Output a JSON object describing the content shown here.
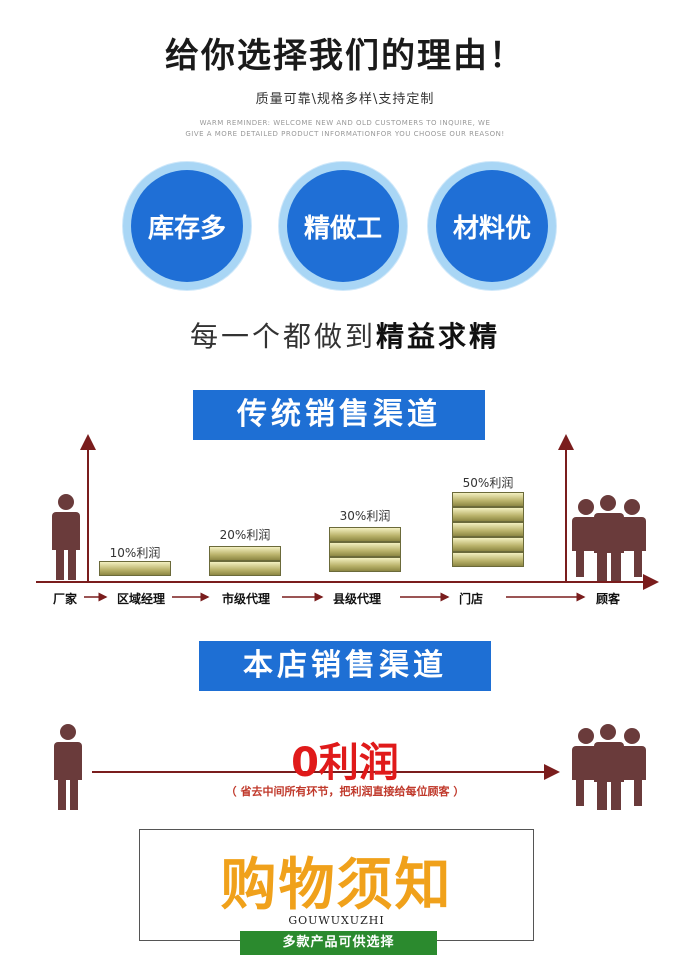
{
  "header": {
    "title": "给你选择我们的理由！",
    "subtitle": "质量可靠\\规格多样\\支持定制",
    "reminder_line1": "WARM REMINDER: WELCOME NEW AND OLD CUSTOMERS TO INQUIRE, WE",
    "reminder_line2": "GIVE A MORE DETAILED PRODUCT INFORMATIONFOR YOU CHOOSE OUR REASON!"
  },
  "features": [
    {
      "label": "库存多"
    },
    {
      "label": "精做工"
    },
    {
      "label": "材料优"
    }
  ],
  "tagline": {
    "normal": "每一个都做到",
    "bold": "精益求精"
  },
  "traditional": {
    "banner": "传统销售渠道",
    "labels": [
      "厂家",
      "区域经理",
      "市级代理",
      "县级代理",
      "门店",
      "顾客"
    ],
    "profits": [
      "10%利润",
      "20%利润",
      "30%利润",
      "50%利润"
    ],
    "profit_levels": [
      1,
      2,
      3,
      5
    ]
  },
  "store": {
    "banner": "本店销售渠道",
    "zero_profit": "0利润",
    "note": "（ 省去中间所有环节，把利润直接给每位顾客 ）"
  },
  "shopping": {
    "title": "购物须知",
    "pinyin": "GOUWUXUZHI",
    "green_label": "多款产品可供选择"
  },
  "colors": {
    "banner_blue": "#1e6fd4",
    "arrow": "#7a1d1d",
    "profit_zero": "#e01a1a",
    "shop_orange": "#f0a11b",
    "green": "#2b8a2e"
  }
}
